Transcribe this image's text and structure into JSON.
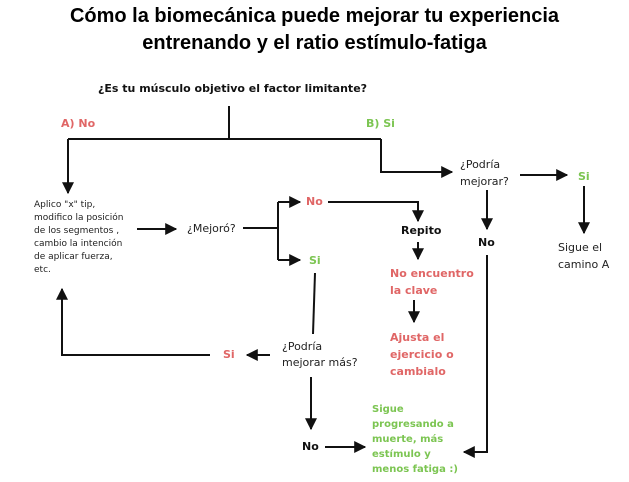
{
  "title": {
    "line1": "Cómo la biomecánica puede mejorar tu experiencia",
    "line2": "entrenando y el ratio estímulo-fatiga"
  },
  "nodes": {
    "main_question": "¿Es tu músculo objetivo el factor limitante?",
    "a_no": "A) No",
    "b_si": "B) Si",
    "aplico_l1": "Aplico \"x\" tip,",
    "aplico_l2": "modifico la posición",
    "aplico_l3": "de los segmentos ,",
    "aplico_l4": "cambio la intención",
    "aplico_l5": "de aplicar fuerza,",
    "aplico_l6": "etc.",
    "mejoro": "¿Mejoró?",
    "no_1": "No",
    "si_1": "Si",
    "repito": "Repito",
    "no_encuentro_l1": "No encuentro",
    "no_encuentro_l2": "la clave",
    "ajusta_l1": "Ajusta el",
    "ajusta_l2": "ejercicio o",
    "ajusta_l3": "cambialo",
    "podria_mas_l1": "¿Podría",
    "podria_mas_l2": "mejorar más?",
    "si_2": "Si",
    "no_2": "No",
    "sigue_prog_l1": "Sigue",
    "sigue_prog_l2": "progresando a",
    "sigue_prog_l3": "muerte, más",
    "sigue_prog_l4": "estímulo y",
    "sigue_prog_l5": "menos fatiga :)",
    "podria_l1": "¿Podría",
    "podria_l2": "mejorar?",
    "si_3": "Si",
    "no_3": "No",
    "sigue_camino_l1": "Sigue el",
    "sigue_camino_l2": "camino A"
  },
  "colors": {
    "red": "#e06666",
    "green": "#7cc552",
    "line": "#111111"
  }
}
